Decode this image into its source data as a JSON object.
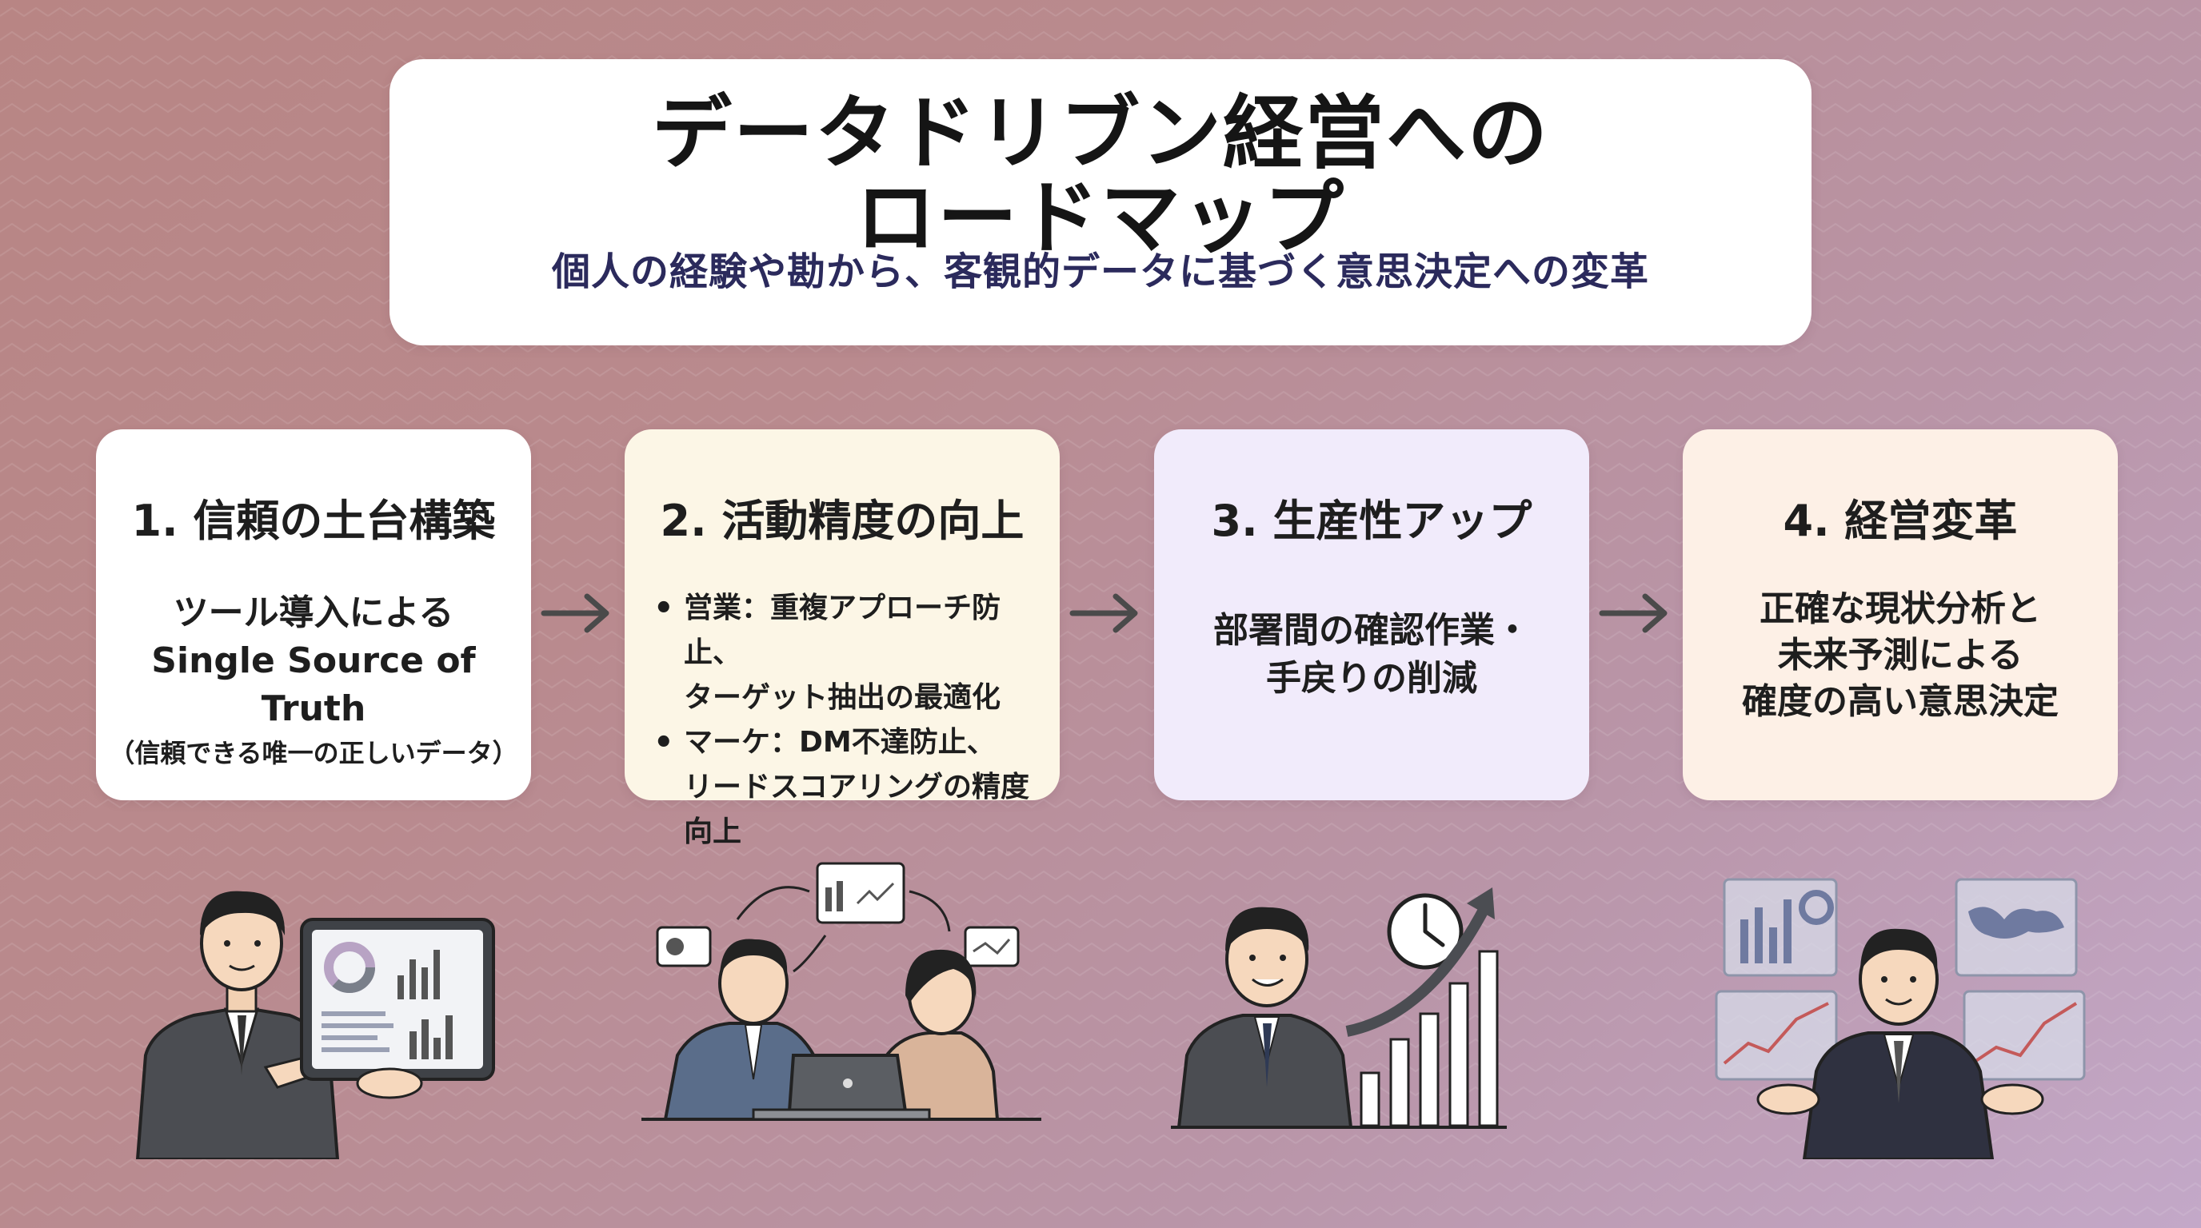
{
  "title": {
    "line1": "データドリブン経営への",
    "line2": "ロードマップ",
    "subtitle": "個人の経験や勘から、客観的データに基づく意思決定への変革"
  },
  "steps": [
    {
      "title": "1. 信頼の土台構築",
      "lines": [
        "ツール導入による",
        "Single Source of Truth",
        "（信頼できる唯一の正しいデータ）"
      ]
    },
    {
      "title": "2. 活動精度の向上",
      "bullets": [
        "営業：重複アプローチ防止、",
        "ターゲット抽出の最適化",
        "マーケ：DM不達防止、",
        "リードスコアリングの精度向上"
      ]
    },
    {
      "title": "3. 生産性アップ",
      "lines": [
        "部署間の確認作業・",
        "手戻りの削減"
      ]
    },
    {
      "title": "4. 経営変革",
      "lines": [
        "正確な現状分析と",
        "未来予測による",
        "確度の高い意思決定"
      ]
    }
  ],
  "colors": {
    "card1": "#ffffff",
    "card2": "#fcf6e6",
    "card3": "#f1ebfb",
    "card4": "#fdf0e6",
    "subtitle": "#2b2a5c",
    "arrow": "#4a4a4a"
  },
  "icons": [
    "right-arrow-icon",
    "businessman-tablet-illustration",
    "team-laptop-illustration",
    "businessman-clock-growth-illustration",
    "businessman-hologram-dashboard-illustration"
  ]
}
